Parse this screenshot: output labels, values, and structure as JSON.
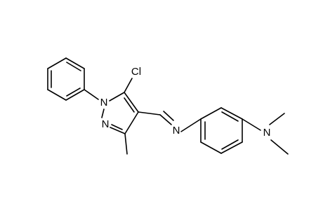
{
  "molecule": {
    "atoms": {
      "cl": "Cl",
      "n1": "N",
      "n2": "N",
      "n_imine": "N",
      "n_amine": "N"
    }
  },
  "colors": {
    "bond": "#000000",
    "background": "#ffffff"
  }
}
